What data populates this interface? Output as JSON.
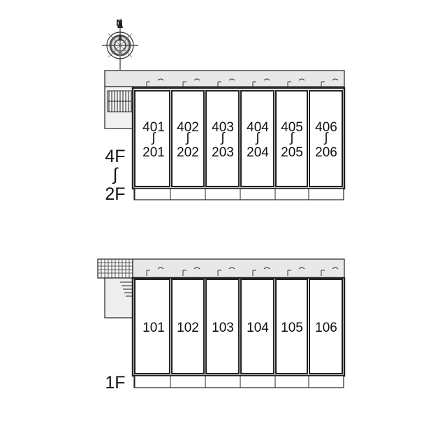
{
  "compass": {
    "north_label": "N",
    "icon": "compass-rose-icon"
  },
  "upper_floors": {
    "floor_range": {
      "top": "4F",
      "sep": "∫",
      "bottom": "2F"
    },
    "units": [
      {
        "top": "401",
        "sep": "∫",
        "bottom": "201"
      },
      {
        "top": "402",
        "sep": "∫",
        "bottom": "202"
      },
      {
        "top": "403",
        "sep": "∫",
        "bottom": "203"
      },
      {
        "top": "404",
        "sep": "∫",
        "bottom": "204"
      },
      {
        "top": "405",
        "sep": "∫",
        "bottom": "205"
      },
      {
        "top": "406",
        "sep": "∫",
        "bottom": "206"
      }
    ]
  },
  "ground_floor": {
    "floor_label": "1F",
    "units": [
      {
        "label": "101"
      },
      {
        "label": "102"
      },
      {
        "label": "103"
      },
      {
        "label": "104"
      },
      {
        "label": "105"
      },
      {
        "label": "106"
      }
    ]
  },
  "colors": {
    "line": "#222222",
    "corridor_fill": "#e8e8e8",
    "wall_fill": "#ffffff"
  }
}
